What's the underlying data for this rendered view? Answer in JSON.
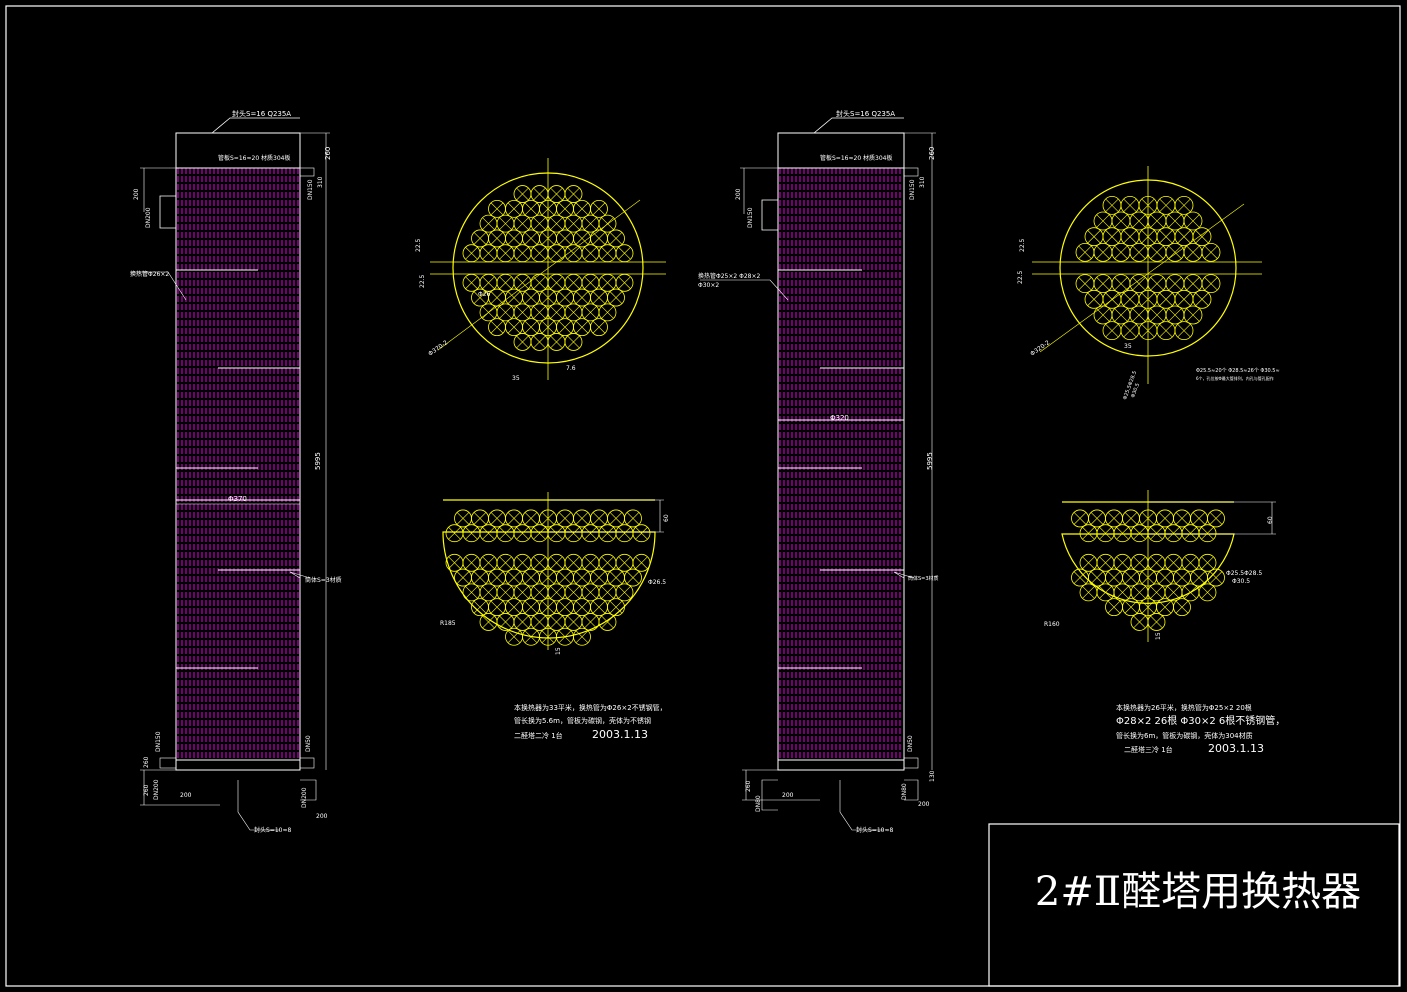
{
  "colors": {
    "background": "#000000",
    "frame": "#ffffff",
    "tube": "#ff00ff",
    "plate": "#ffff00",
    "text": "#ffffff"
  },
  "title": "2#Ⅱ醛塔用换热器",
  "left": {
    "top_head": "封头S=16  Q235A",
    "tube_sheet": "管板S=16≈20 材质304板",
    "tube_spec": "换热管Φ26×2",
    "shell_dia": "Φ370",
    "shell_note": "筒体S=3材质",
    "bottom_head": "封头S=10≈8",
    "total_length": "5995",
    "top_gap": "260",
    "top_nozzle": "DN150",
    "top_nozzle_h": "310",
    "side_nozzle_top": "DN200",
    "side_nozzle_h": "200",
    "bot_nozzle_l": "DN150",
    "bot_nozzle_l2": "DN200",
    "bot_nozzle_r": "DN50",
    "bot_nozzle_r2": "DN200",
    "bot_h1": "260",
    "bot_h2": "200",
    "bot_h3": "200",
    "plate_dia": "Φ370-2",
    "plate_pitch1": "22.5",
    "plate_pitch2": "22.5",
    "plate_spacing": "35",
    "plate_hole": "Φ26",
    "plate_gap": "7.6",
    "baffle_h": "60",
    "baffle_hole": "Φ26.5",
    "baffle_r": "R185",
    "baffle_gap": "15",
    "note1": "本换热器为33平米，换热管为Φ26×2不锈钢管，",
    "note2": "管长换为5.6m，管板为碳钢，壳体为不锈钢",
    "note3": "二醛塔二冷  1台",
    "note_date": "2003.1.13"
  },
  "right": {
    "top_head": "封头S=16  Q235A",
    "tube_sheet": "管板S=16≈20 材质304板",
    "tube_spec1": "换热管Φ25×2  Φ28×2",
    "tube_spec2": "Φ30×2",
    "shell_dia": "Φ320",
    "shell_note": "筒体S=3材质",
    "bottom_head": "封头S=10≈8",
    "total_length": "5995",
    "top_gap": "260",
    "top_nozzle": "DN150",
    "top_nozzle_h": "310",
    "side_nozzle_top": "DN150",
    "side_nozzle_h": "200",
    "bot_nozzle_l": "DN80",
    "bot_nozzle_r": "DN50",
    "bot_nozzle_r2": "DN80",
    "bot_h1": "260",
    "bot_h2": "200",
    "bot_h3": "200",
    "bot_h4": "130",
    "plate_dia": "Φ320-2",
    "plate_pitch1": "22.5",
    "plate_pitch2": "22.5",
    "plate_spacing": "35",
    "plate_holes": "Φ25.5≈20个 Φ28.5≈26个 Φ30.5≈",
    "plate_holes2": "6个，孔位按Φ最大管排列，内孔与管孔配作",
    "plate_hole_note": "Φ25.5Φ28.5",
    "plate_hole_note2": "Φ30.5",
    "baffle_h": "60",
    "baffle_hole": "Φ25.5Φ28.5",
    "baffle_hole2": "Φ30.5",
    "baffle_r": "R160",
    "baffle_gap": "15",
    "note1": "本换热器为26平米，换热管为Φ25×2  20根",
    "note2": "Φ28×2  26根  Φ30×2  6根不锈钢管，",
    "note3": "管长换为6m，管板为碳钢，壳体为304材质",
    "note4": "二醛塔三冷  1台",
    "note_date": "2003.1.13"
  }
}
